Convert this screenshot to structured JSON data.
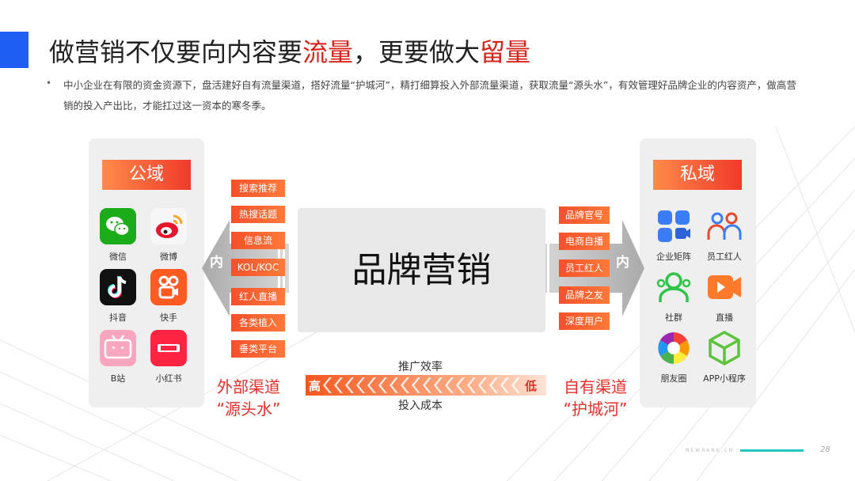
{
  "title": {
    "prefix": "做营销不仅要向内容要",
    "highlight1": "流量",
    "middle": "，更要做大",
    "highlight2": "留量"
  },
  "description": "中小企业在有限的资金资源下，盘活建好自有流量渠道，搭好流量“护城河”，精打细算投入外部流量渠道，获取流量“源头水”，有效管理好品牌企业的内容资产，做高营销的投入产出比，才能扛过这一资本的寒冬季。",
  "bullet": "•",
  "public_domain": {
    "title": "公域",
    "apps": [
      {
        "label": "微信",
        "icon": "wechat-icon"
      },
      {
        "label": "微博",
        "icon": "weibo-icon"
      },
      {
        "label": "抖音",
        "icon": "douyin-icon"
      },
      {
        "label": "快手",
        "icon": "kuaishou-icon"
      },
      {
        "label": "B站",
        "icon": "bilibili-icon"
      },
      {
        "label": "小红书",
        "icon": "xiaohongshu-icon"
      }
    ],
    "arrow_label": "内"
  },
  "private_domain": {
    "title": "私域",
    "apps": [
      {
        "label": "企业矩阵",
        "icon": "matrix-icon"
      },
      {
        "label": "员工红人",
        "icon": "staff-icon"
      },
      {
        "label": "社群",
        "icon": "community-icon"
      },
      {
        "label": "直播",
        "icon": "live-icon"
      },
      {
        "label": "朋友圈",
        "icon": "moments-icon"
      },
      {
        "label": "APP小程序",
        "icon": "miniapp-icon"
      }
    ],
    "arrow_label": "内"
  },
  "left_tags": [
    "搜索推荐",
    "热搜话题",
    "信息流",
    "KOL/KOC",
    "红人直播",
    "各类植入",
    "垂类平台"
  ],
  "right_tags": [
    "品牌官号",
    "电商自播",
    "员工红人",
    "品牌之友",
    "深度用户"
  ],
  "center": {
    "label": "品牌营销"
  },
  "external_channel": {
    "line1": "外部渠道",
    "line2": "“源头水”"
  },
  "own_channel": {
    "line1": "自有渠道",
    "line2": "“护城河”"
  },
  "efficiency": {
    "top": "推广效率",
    "bottom": "投入成本",
    "high": "高",
    "low": "低"
  },
  "footer": {
    "brand": "NEWRANK.CN",
    "page": "28"
  },
  "colors": {
    "accent_blue": "#1f5ef5",
    "red": "#d9241c",
    "orange": "#f5502a",
    "teal": "#26c6c0"
  }
}
